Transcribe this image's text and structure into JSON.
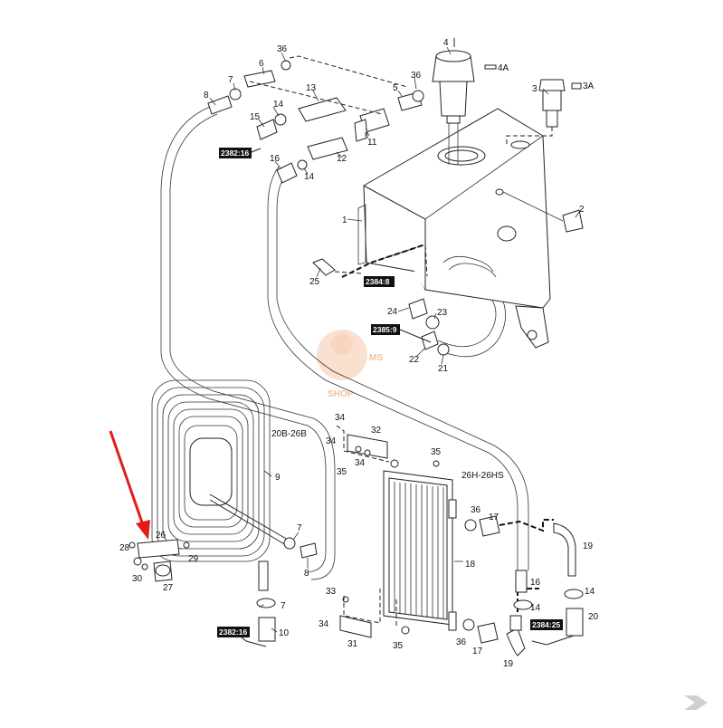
{
  "callouts": {
    "c1": "1",
    "c2": "2",
    "c3": "3",
    "c3A": "3A",
    "c4": "4",
    "c4A": "4A",
    "c5": "5",
    "c6": "6",
    "c7a": "7",
    "c7b": "7",
    "c7c": "7",
    "c8a": "8",
    "c8b": "8",
    "c9": "9",
    "c10": "10",
    "c11": "11",
    "c12": "12",
    "c13": "13",
    "c14a": "14",
    "c14b": "14",
    "c14c": "14",
    "c14d": "14",
    "c15": "15",
    "c16a": "16",
    "c16b": "16",
    "c17a": "17",
    "c17b": "17",
    "c18": "18",
    "c19a": "19",
    "c19b": "19",
    "c20": "20",
    "c21": "21",
    "c22": "22",
    "c23": "23",
    "c24": "24",
    "c25": "25",
    "c26": "26",
    "c27": "27",
    "c28": "28",
    "c29": "29",
    "c30": "30",
    "c31": "31",
    "c32": "32",
    "c33": "33",
    "c34a": "34",
    "c34b": "34",
    "c34c": "34",
    "c35a": "35",
    "c35b": "35",
    "c35c": "35",
    "c36a": "36",
    "c36b": "36",
    "c36c": "36",
    "c36d": "36"
  },
  "refs": {
    "r1": "2382:16",
    "r2": "2384:8",
    "r3": "2385:9",
    "r4": "2382:16",
    "r5": "2384:25"
  },
  "variants": {
    "left": "20B-26B",
    "right": "26H-26HS"
  },
  "watermark": {
    "line1": "MS",
    "line2": "SHOP"
  },
  "colors": {
    "highlight_arrow": "#e31b1b",
    "watermark": "#f08a4b"
  },
  "icons": {
    "arrow": "red-pointer-arrow",
    "logo": "k-corner-logo"
  }
}
